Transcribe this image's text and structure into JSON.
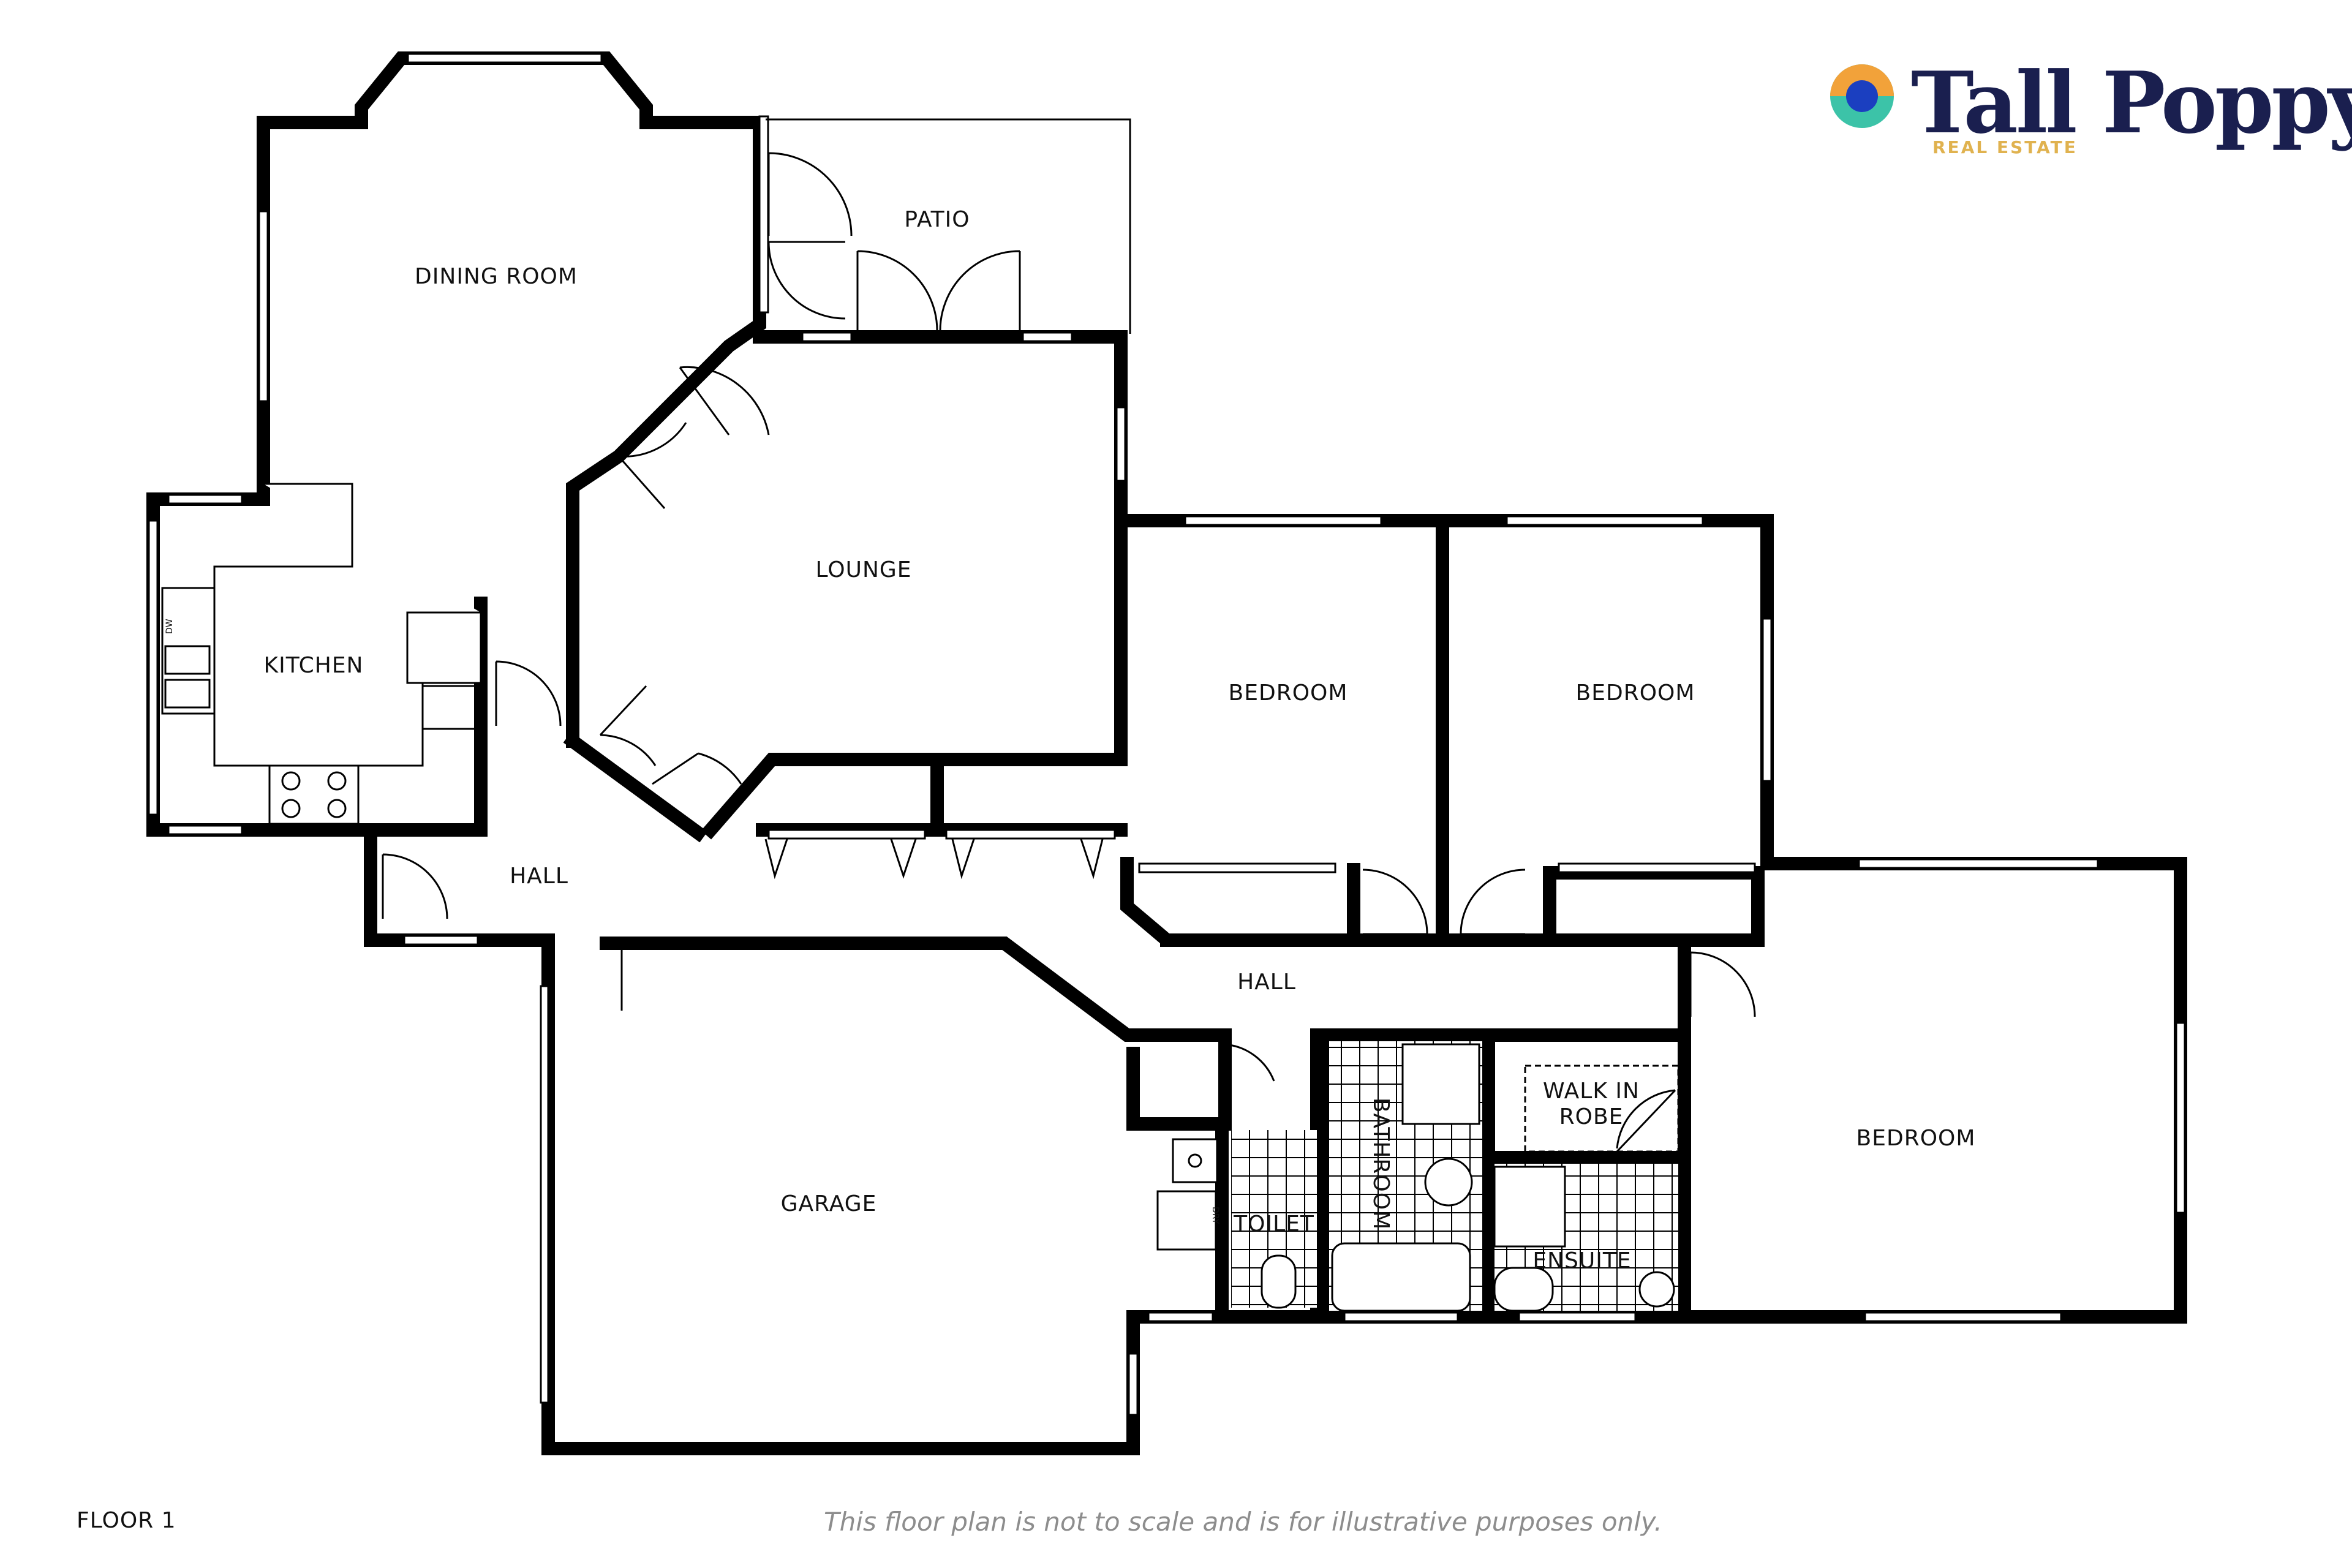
{
  "brand": {
    "name": "Tall Poppy",
    "subtitle": "REAL ESTATE",
    "colors": {
      "navy": "#1a1f4f",
      "gold": "#e0b24f",
      "teal": "#3cc3a8",
      "orange": "#f2a23a",
      "blue": "#1b3fc0"
    }
  },
  "rooms": {
    "dining": "DINING ROOM",
    "patio": "PATIO",
    "lounge": "LOUNGE",
    "kitchen": "KITCHEN",
    "bedroom1": "BEDROOM",
    "bedroom2": "BEDROOM",
    "bedroom3": "BEDROOM",
    "hall1": "HALL",
    "hall2": "HALL",
    "garage": "GARAGE",
    "bathroom": "BATHROOM",
    "toilet": "TOILET",
    "walkin1": "WALK IN",
    "walkin2": "ROBE",
    "ensuite": "ENSUITE"
  },
  "fixtures": {
    "dishwasher": "DW",
    "dryer": "DRY"
  },
  "footer": {
    "floor": "FLOOR 1",
    "note": "This floor plan is not to scale and is for illustrative purposes only."
  }
}
